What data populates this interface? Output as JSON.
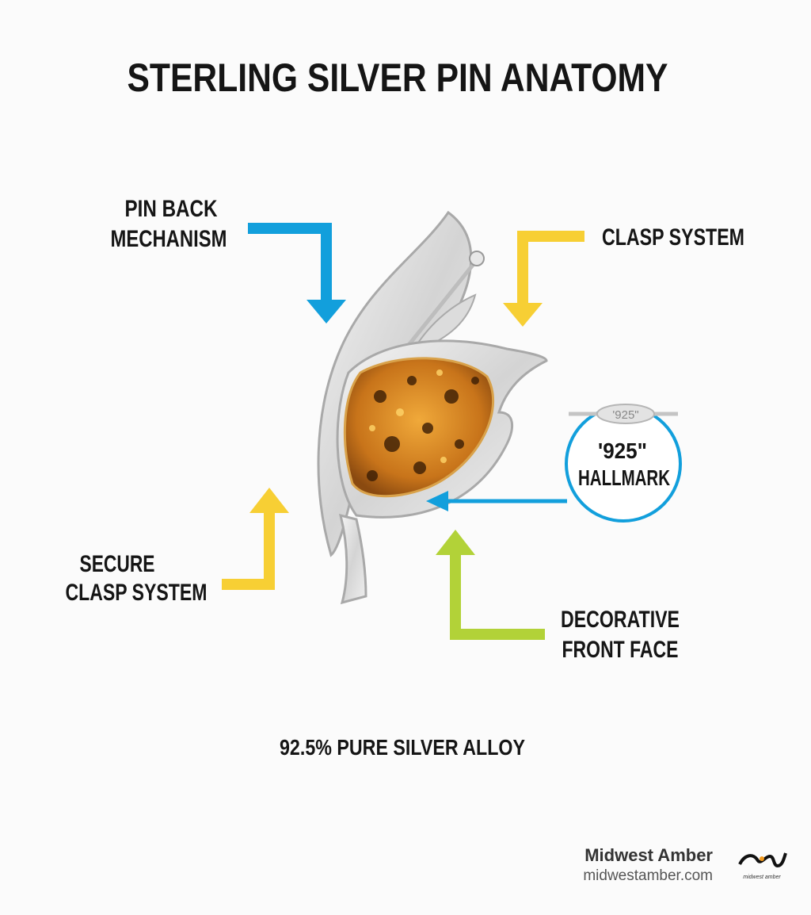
{
  "title": "STERLING SILVER PIN ANATOMY",
  "callouts": {
    "pin_back": [
      "PIN BACK",
      "MECHANISM"
    ],
    "clasp": [
      "CLASP SYSTEM"
    ],
    "secure_clasp": [
      "SECURE",
      "CLASP SYSTEM"
    ],
    "hallmark": [
      "'925\"",
      "HALLMARK"
    ],
    "hallmark_stamp": "'925\"",
    "front_face": [
      "DECORATIVE",
      "FRONT FACE"
    ]
  },
  "caption": "92.5% PURE SILVER ALLOY",
  "brand": {
    "name": "Midwest Amber",
    "url": "midwestamber.com",
    "logo_text": "midwest amber"
  },
  "colors": {
    "blue": "#129fdc",
    "yellow": "#f7cf34",
    "green": "#b2d238",
    "amber": "#c8741a"
  }
}
